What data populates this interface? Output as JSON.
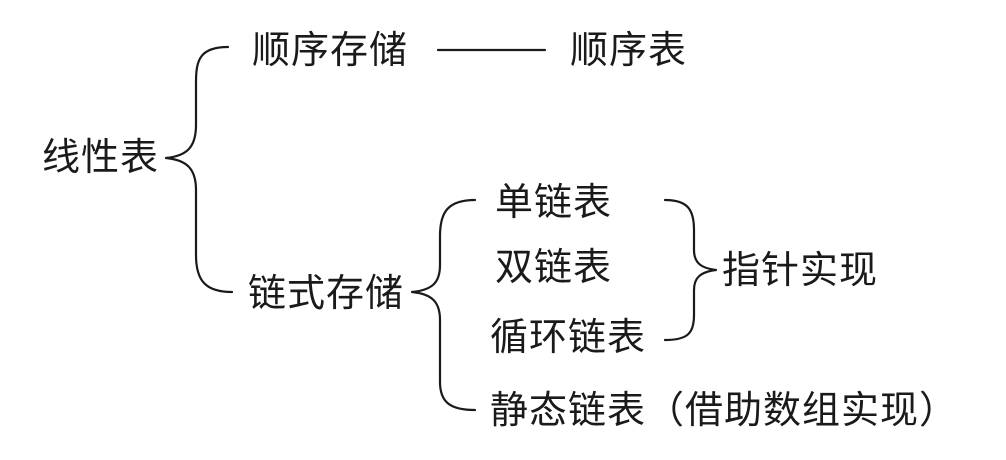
{
  "diagram": {
    "root": "线性表",
    "sequential": {
      "label": "顺序存储",
      "result": "顺序表"
    },
    "linked": {
      "label": "链式存储",
      "items": [
        "单链表",
        "双链表",
        "循环链表",
        "静态链表（借助数组实现）"
      ],
      "pointer_group": "指针实现"
    }
  }
}
